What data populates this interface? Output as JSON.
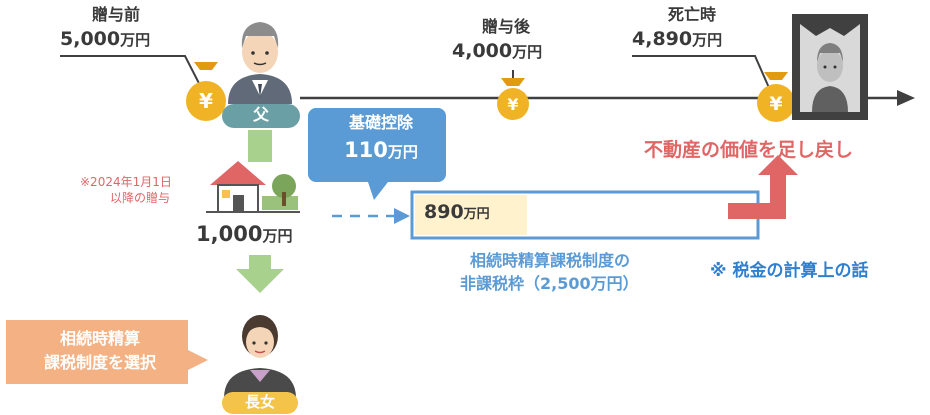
{
  "timeline": {
    "before": {
      "label": "贈与前",
      "amount": "5,000",
      "unit": "万円"
    },
    "after": {
      "label": "贈与後",
      "amount": "4,000",
      "unit": "万円"
    },
    "death": {
      "label": "死亡時",
      "amount": "4,890",
      "unit": "万円"
    }
  },
  "father": {
    "badge": "父"
  },
  "daughter": {
    "badge": "長女"
  },
  "gift": {
    "note_line1": "※2024年1月1日",
    "note_line2": "以降の贈与",
    "amount": "1,000",
    "unit": "万円"
  },
  "deduction": {
    "title": "基礎控除",
    "amount": "110",
    "unit": "万円"
  },
  "taxable": {
    "amount": "890",
    "unit": "万円"
  },
  "exemption": {
    "line1": "相続時精算課税制度の",
    "line2": "非課税枠（2,500万円）"
  },
  "add_back": {
    "text": "不動産の価値を足し戻し"
  },
  "tax_note": {
    "text": "※ 税金の計算上の話"
  },
  "election": {
    "line1": "相続時精算",
    "line2": "課税制度を選択"
  },
  "icons": {
    "coin_symbol": "¥"
  },
  "colors": {
    "green_arrow": "#a9d18e",
    "blue": "#5b9bd5",
    "red": "#e06666",
    "orange": "#f4b183",
    "gold": "#f0b325",
    "teal_badge": "#6a9fa6",
    "yellow_badge": "#f3c34a",
    "cream": "#fff2cc"
  }
}
